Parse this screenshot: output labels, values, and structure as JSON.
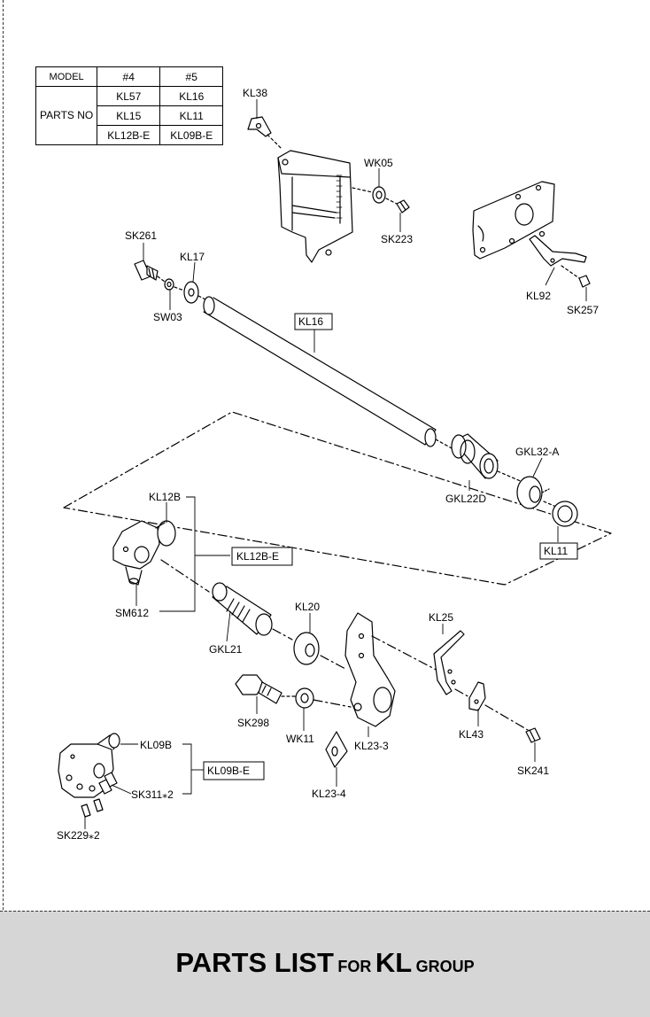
{
  "model_table": {
    "header": [
      "MODEL",
      "#4",
      "#5"
    ],
    "rows_label": "PARTS NO",
    "rows": [
      [
        "KL57",
        "KL16"
      ],
      [
        "KL15",
        "KL11"
      ],
      [
        "KL12B-E",
        "KL09B-E"
      ]
    ]
  },
  "labels": {
    "kl38": "KL38",
    "wk05": "WK05",
    "sk223": "SK223",
    "sk261": "SK261",
    "kl17": "KL17",
    "sw03": "SW03",
    "kl16": "KL16",
    "kl92": "KL92",
    "sk257": "SK257",
    "gkl32a": "GKL32-A",
    "gkl22d": "GKL22D",
    "kl11": "KL11",
    "kl12b": "KL12B",
    "kl12be": "KL12B-E",
    "sm612": "SM612",
    "gkl21": "GKL21",
    "kl20": "KL20",
    "kl25": "KL25",
    "sk298": "SK298",
    "wk11": "WK11",
    "kl23_3": "KL23-3",
    "kl43": "KL43",
    "sk241": "SK241",
    "kl23_4": "KL23-4",
    "kl09b": "KL09B",
    "kl09be": "KL09B-E",
    "sk311": "SK311⁎2",
    "sk229": "SK229⁎2"
  },
  "footer": {
    "parts_list": "PARTS LIST",
    "for": "FOR",
    "kl": "KL",
    "group": "GROUP"
  }
}
